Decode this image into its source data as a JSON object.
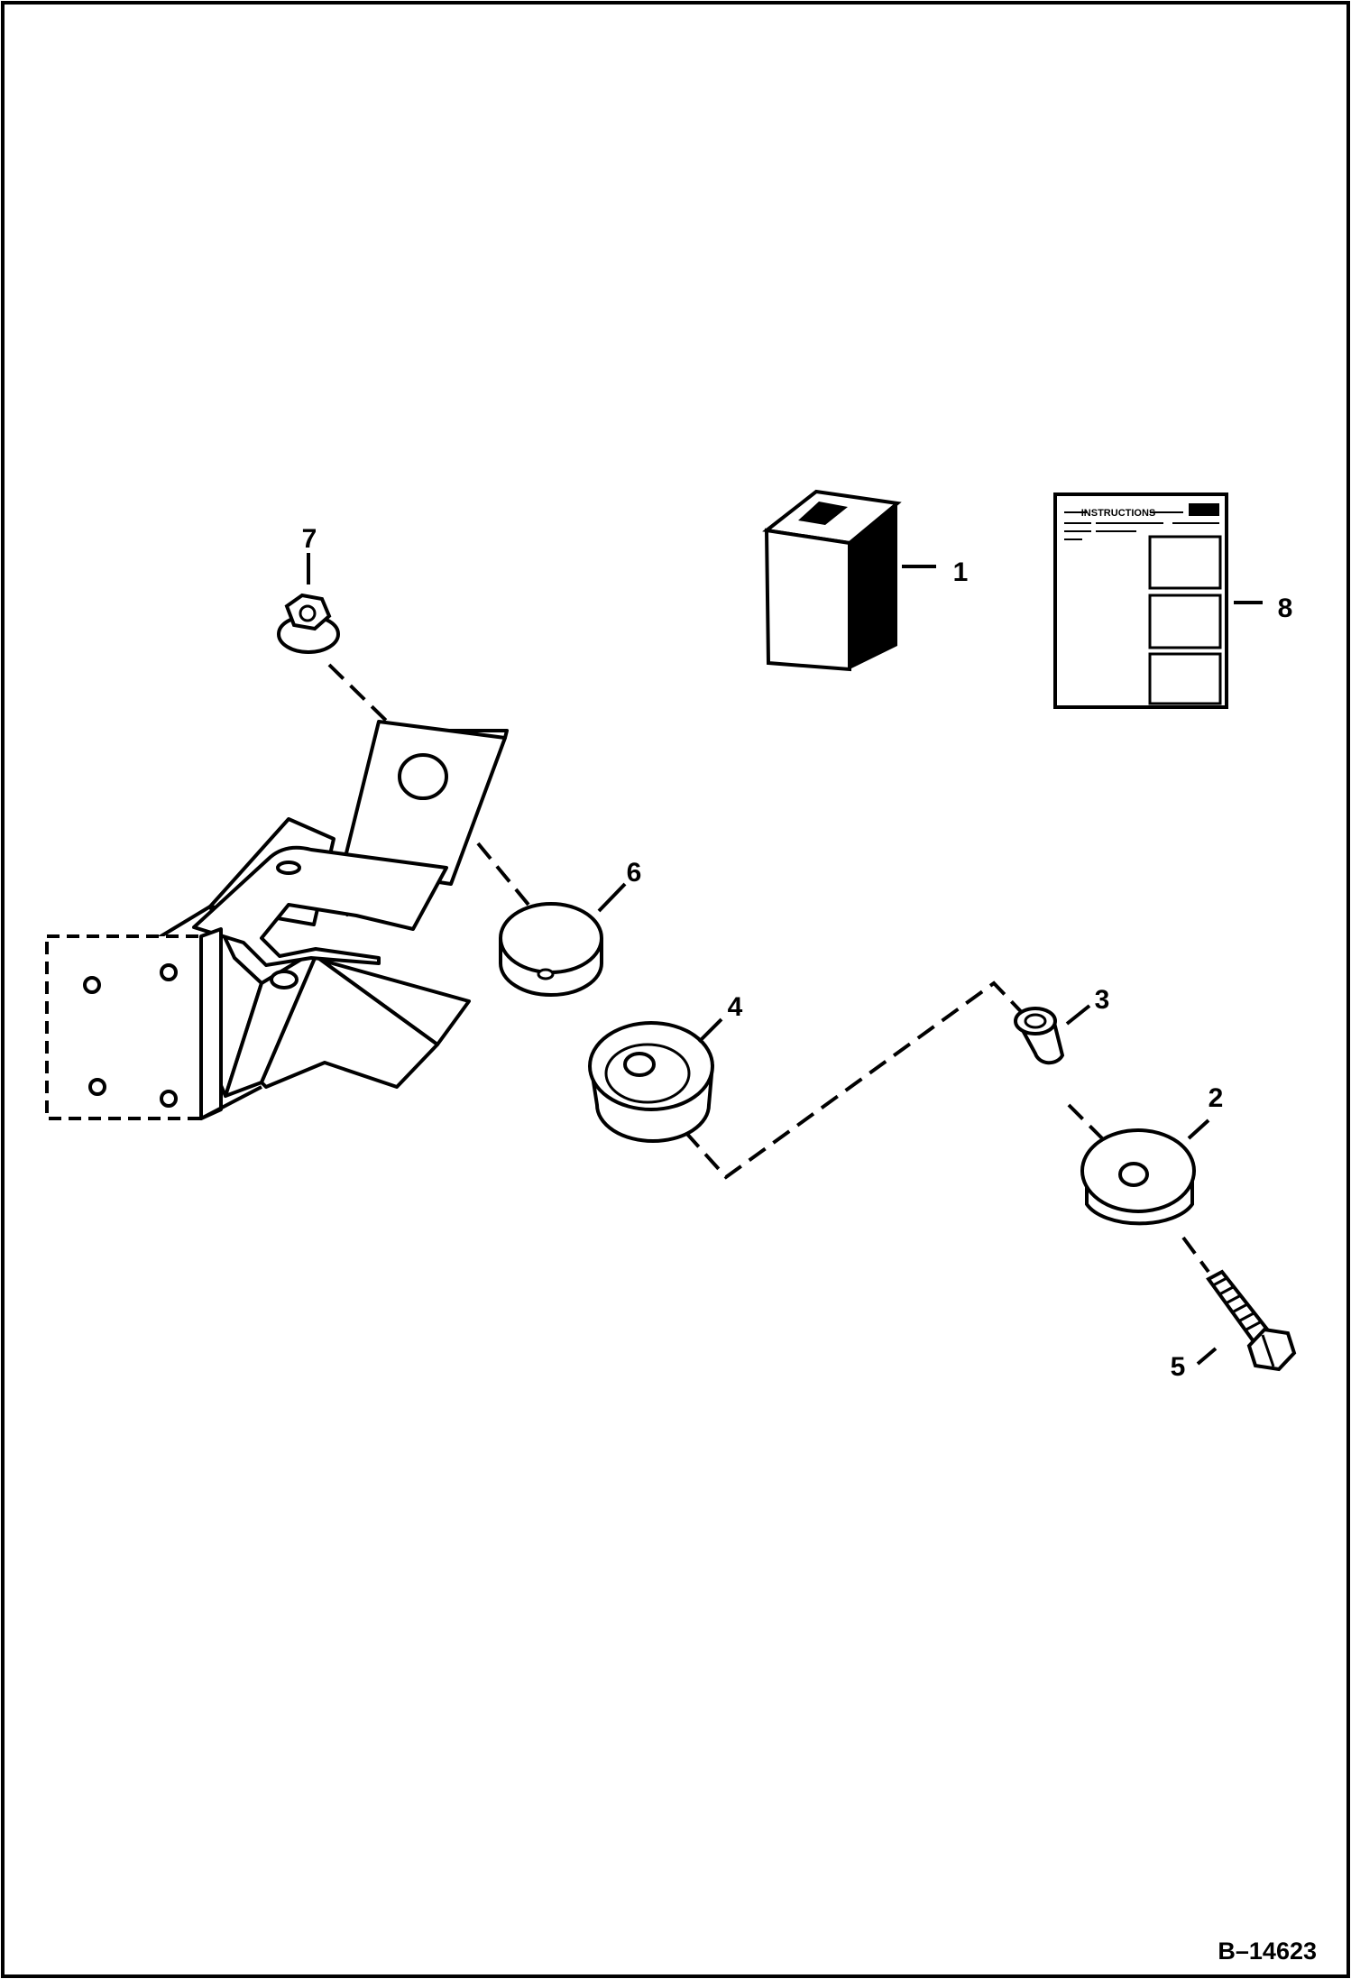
{
  "drawing_id": "B–14623",
  "callouts": {
    "p1": "1",
    "p2": "2",
    "p3": "3",
    "p4": "4",
    "p5": "5",
    "p6": "6",
    "p7": "7",
    "p8": "8"
  },
  "instruction_sheet": {
    "heading": "INSTRUCTIONS"
  }
}
